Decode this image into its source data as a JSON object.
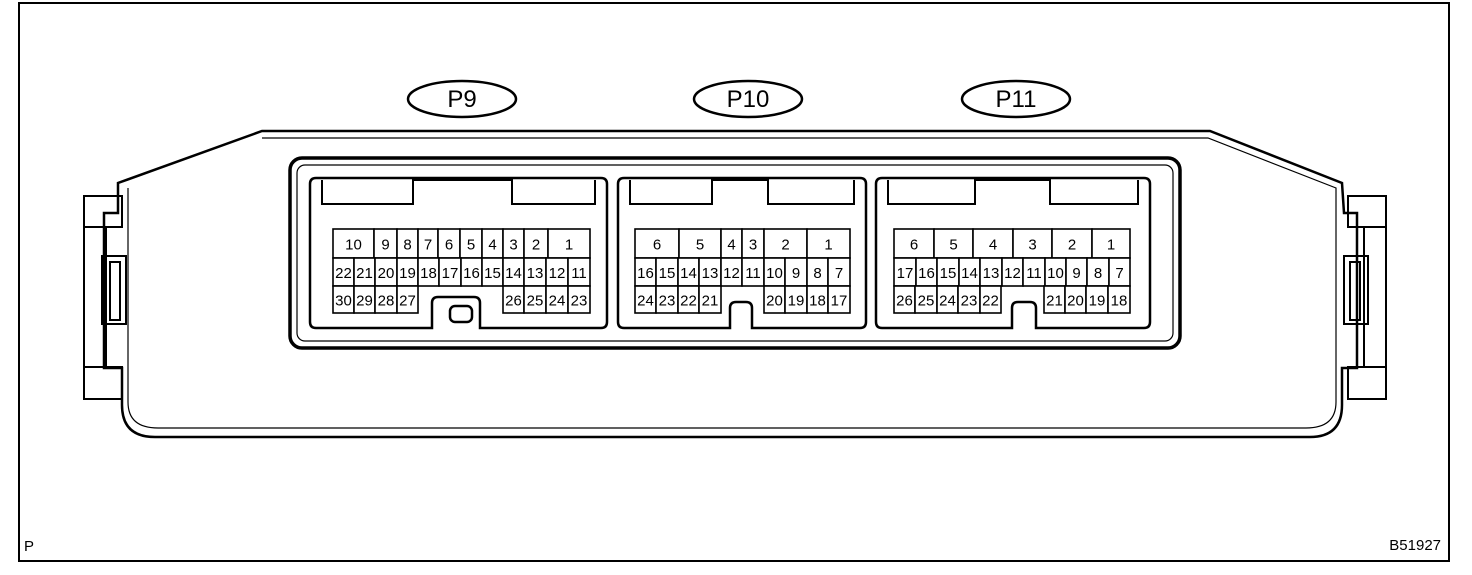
{
  "connectors": [
    {
      "label": "P9",
      "rows": [
        [
          "10",
          "9",
          "8",
          "7",
          "6",
          "5",
          "4",
          "3",
          "2",
          "1"
        ],
        [
          "22",
          "21",
          "20",
          "19",
          "18",
          "17",
          "16",
          "15",
          "14",
          "13",
          "12",
          "11"
        ],
        [
          "30",
          "29",
          "28",
          "27",
          "26",
          "25",
          "24",
          "23"
        ]
      ]
    },
    {
      "label": "P10",
      "rows": [
        [
          "6",
          "5",
          "4",
          "3",
          "2",
          "1"
        ],
        [
          "16",
          "15",
          "14",
          "13",
          "12",
          "11",
          "10",
          "9",
          "8",
          "7"
        ],
        [
          "24",
          "23",
          "22",
          "21",
          "20",
          "19",
          "18",
          "17"
        ]
      ]
    },
    {
      "label": "P11",
      "rows": [
        [
          "6",
          "5",
          "4",
          "3",
          "2",
          "1"
        ],
        [
          "17",
          "16",
          "15",
          "14",
          "13",
          "12",
          "11",
          "10",
          "9",
          "8",
          "7"
        ],
        [
          "26",
          "25",
          "24",
          "23",
          "22",
          "21",
          "20",
          "19",
          "18"
        ]
      ]
    }
  ],
  "corner_left": "P",
  "figure_code": "B51927"
}
